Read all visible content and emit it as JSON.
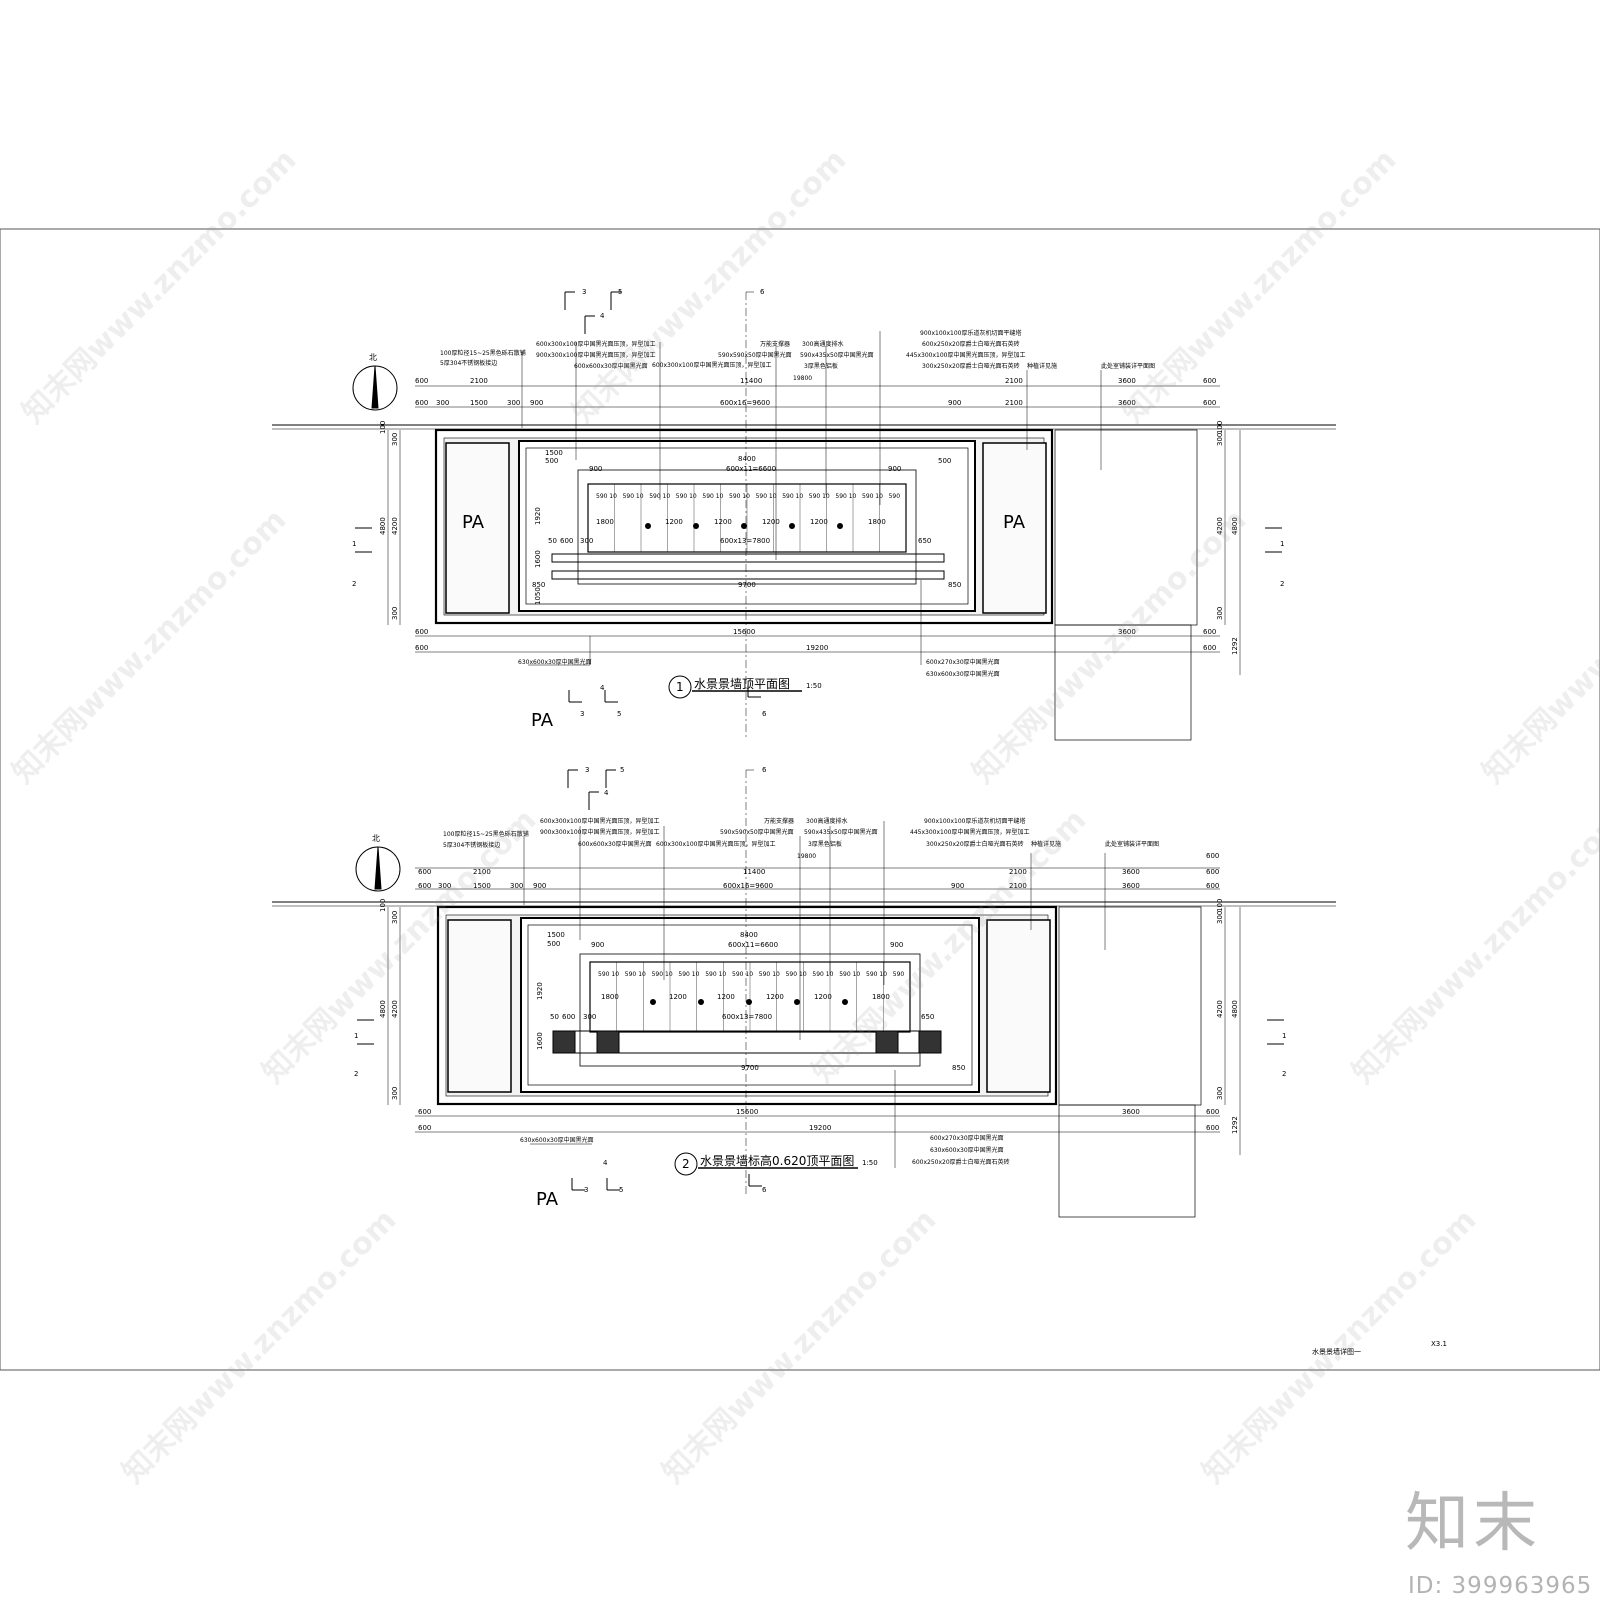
{
  "drawing_title": "水景景墙详图一",
  "sheet_number": "X3.1",
  "north_label": "北",
  "plan1": {
    "number": "1",
    "title": "水景景墙顶平面图",
    "scale": "1:50",
    "pa_labels": [
      "PA",
      "PA"
    ],
    "dims_top_row1": [
      "600",
      "2100",
      "11400",
      "2100",
      "3600",
      "600"
    ],
    "dims_top_row2": [
      "600",
      "300",
      "1500",
      "300",
      "900",
      "600x16=9600",
      "900",
      "2100",
      "3600",
      "600"
    ],
    "dims_inner": [
      "8400",
      "600x11=6600",
      "900",
      "900",
      "500",
      "500",
      "1500"
    ],
    "dims_grid": [
      "590",
      "10",
      "590",
      "10",
      "590",
      "10",
      "590",
      "10",
      "590",
      "10",
      "590",
      "10",
      "590",
      "10",
      "590",
      "10",
      "590",
      "10",
      "590",
      "10",
      "590",
      "10",
      "590"
    ],
    "dims_mid": [
      "1800",
      "1200",
      "1200",
      "1200",
      "1200",
      "1800",
      "50",
      "600",
      "300",
      "600x13=7800",
      "650"
    ],
    "dims_low": [
      "9700",
      "850",
      "850"
    ],
    "dims_bottom_row1": [
      "600",
      "15600",
      "3600",
      "600"
    ],
    "dims_bottom_row2": [
      "600",
      "19200",
      "600"
    ],
    "dims_left": [
      "100",
      "300",
      "4200",
      "4800",
      "300",
      "1920",
      "1600",
      "1050"
    ],
    "dims_right": [
      "100",
      "300",
      "4200",
      "4800",
      "300",
      "1292"
    ],
    "dim_19800": "19800",
    "notes_left": [
      "100厚粒径15~25黑色砾石散铺",
      "5厚304不锈钢板接边"
    ],
    "notes_mid_left": [
      "600x300x100厚中国黑光面压顶，异型加工",
      "900x300x100厚中国黑光面压顶，异型加工",
      "600x600x30厚中国黑光面"
    ],
    "notes_mid": [
      "590x590x50厚中国黑光面",
      "600x300x100厚中国黑光面压顶，异型加工",
      "万能支撑器"
    ],
    "notes_mid_right": [
      "300高通度排水",
      "590x435x50厚中国黑光面",
      "3厚黑色铝板"
    ],
    "notes_right": [
      "900x100x100厚乐道灰机切面平缝塔",
      "600x250x20厚爵士白哑光面石英砖",
      "445x300x100厚中国黑光面压顶，异型加工",
      "300x250x20厚爵士白哑光面石英砖"
    ],
    "notes_far_right": [
      "种植详见施",
      "此处室铺装详平面图"
    ],
    "notes_bottom_left": [
      "630x600x30厚中国黑光面"
    ],
    "notes_bottom_right": [
      "600x270x30厚中国黑光面",
      "630x600x30厚中国黑光面"
    ],
    "section_marks": [
      "3",
      "4",
      "5",
      "6",
      "1",
      "2"
    ]
  },
  "plan2": {
    "number": "2",
    "title": "水景景墙标高0.620顶平面图",
    "scale": "1:50",
    "pa_label": "PA",
    "notes_bottom_right": [
      "600x270x30厚中国黑光面",
      "630x600x30厚中国黑光面",
      "600x250x20厚爵士白哑光面石英砖"
    ]
  },
  "watermark": {
    "text": "知末网www.znzmo.com",
    "brand": "知末",
    "id": "ID: 399963965"
  }
}
